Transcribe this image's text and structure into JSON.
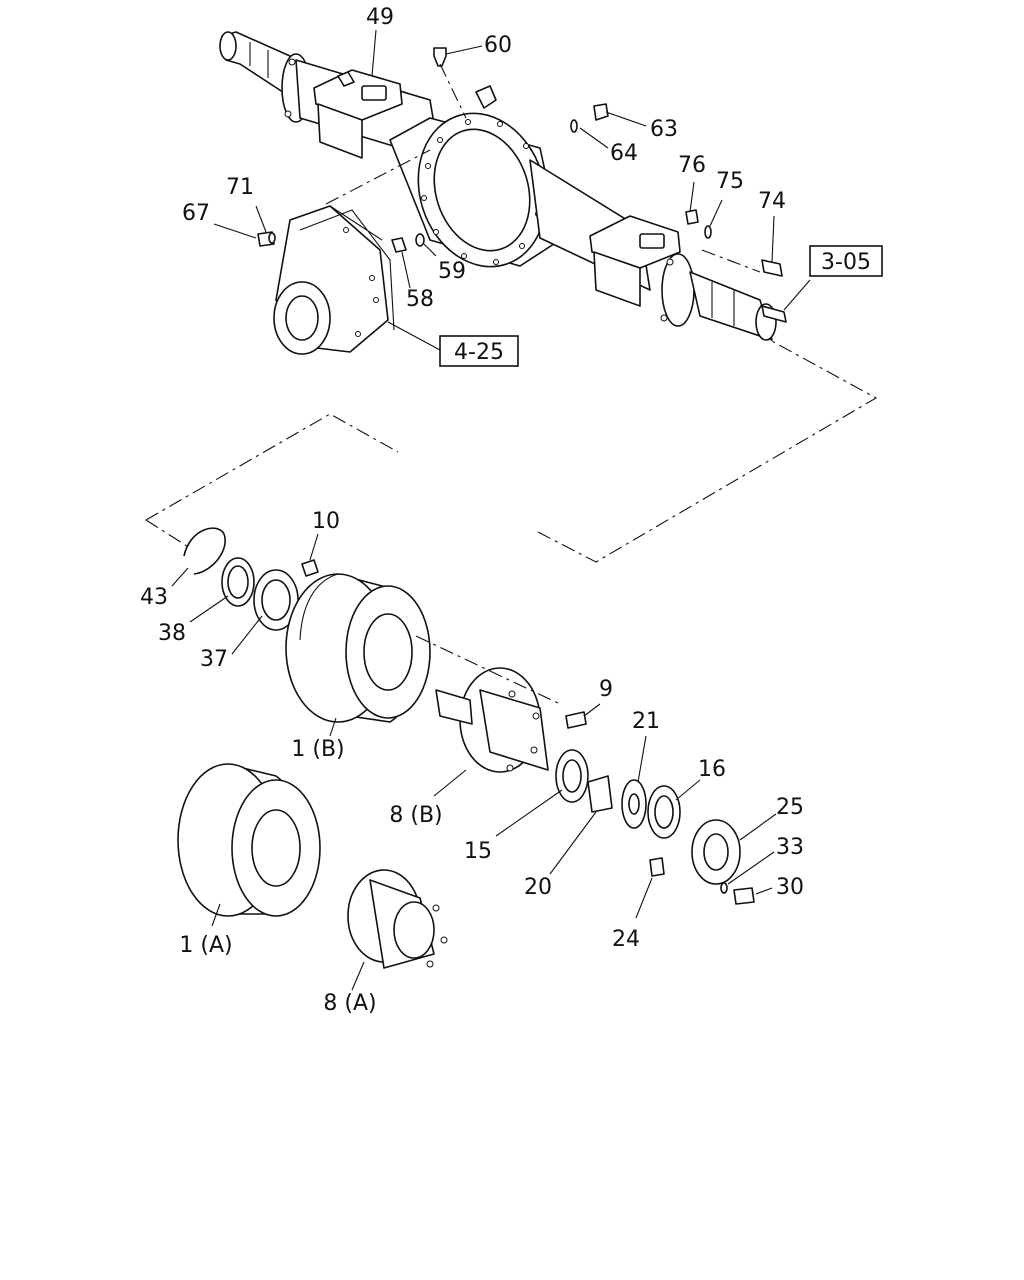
{
  "refs": {
    "r3_05": "3-05",
    "r4_25": "4-25"
  },
  "callouts": {
    "c49": "49",
    "c60": "60",
    "c63": "63",
    "c64": "64",
    "c76": "76",
    "c75": "75",
    "c74": "74",
    "c71": "71",
    "c67": "67",
    "c59": "59",
    "c58": "58",
    "c10": "10",
    "c43": "43",
    "c38": "38",
    "c37": "37",
    "c1b": "1 (B)",
    "c9": "9",
    "c21": "21",
    "c16": "16",
    "c25": "25",
    "c33": "33",
    "c30": "30",
    "c8b": "8 (B)",
    "c15": "15",
    "c20": "20",
    "c24": "24",
    "c1a": "1 (A)",
    "c8a": "8 (A)"
  }
}
